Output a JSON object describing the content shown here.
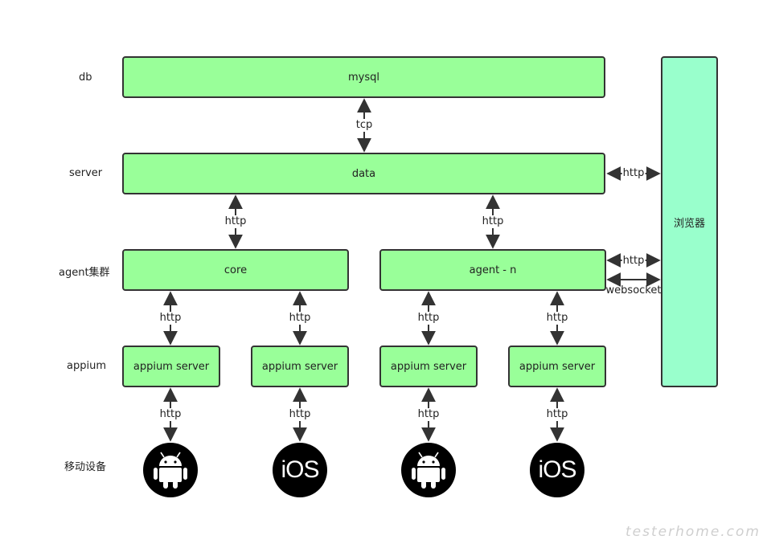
{
  "layers": {
    "db": "db",
    "server": "server",
    "agent": "agent集群",
    "appium": "appium",
    "devices": "移动设备"
  },
  "nodes": {
    "mysql": "mysql",
    "data": "data",
    "core": "core",
    "agent_n": "agent - n",
    "appium_server_1": "appium server",
    "appium_server_2": "appium server",
    "appium_server_3": "appium server",
    "appium_server_4": "appium server",
    "browser": "浏览器"
  },
  "edges": {
    "mysql_data": "tcp",
    "data_core": "http",
    "data_agent_n": "http",
    "data_browser": "http",
    "agent_n_browser_http": "http",
    "agent_n_browser_ws": "websocket",
    "core_appium_1": "http",
    "core_appium_2": "http",
    "agent_n_appium_3": "http",
    "agent_n_appium_4": "http",
    "appium_device_1": "http",
    "appium_device_2": "http",
    "appium_device_3": "http",
    "appium_device_4": "http"
  },
  "devices": [
    {
      "icon": "android-icon"
    },
    {
      "icon": "ios-icon",
      "label": "iOS"
    },
    {
      "icon": "android-icon"
    },
    {
      "icon": "ios-icon",
      "label": "iOS"
    }
  ],
  "watermark": "testerhome.com",
  "colors": {
    "node_fill": "#99ff99",
    "browser_fill": "#99ffcc",
    "stroke": "#333333"
  }
}
